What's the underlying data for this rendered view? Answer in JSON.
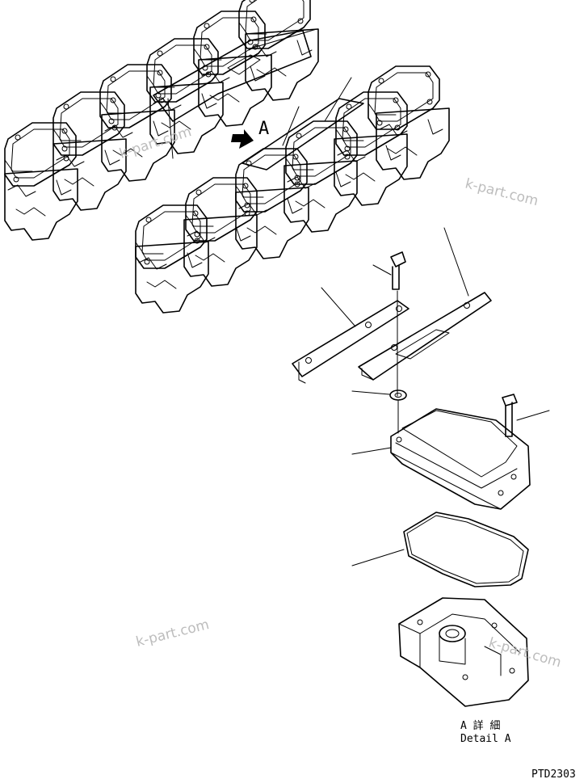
{
  "watermark": "k-part.com",
  "view_marker": "A",
  "detail_caption_jp": "A 詳 細",
  "detail_caption_en": "Detail A",
  "drawing_number": "PTD2303"
}
